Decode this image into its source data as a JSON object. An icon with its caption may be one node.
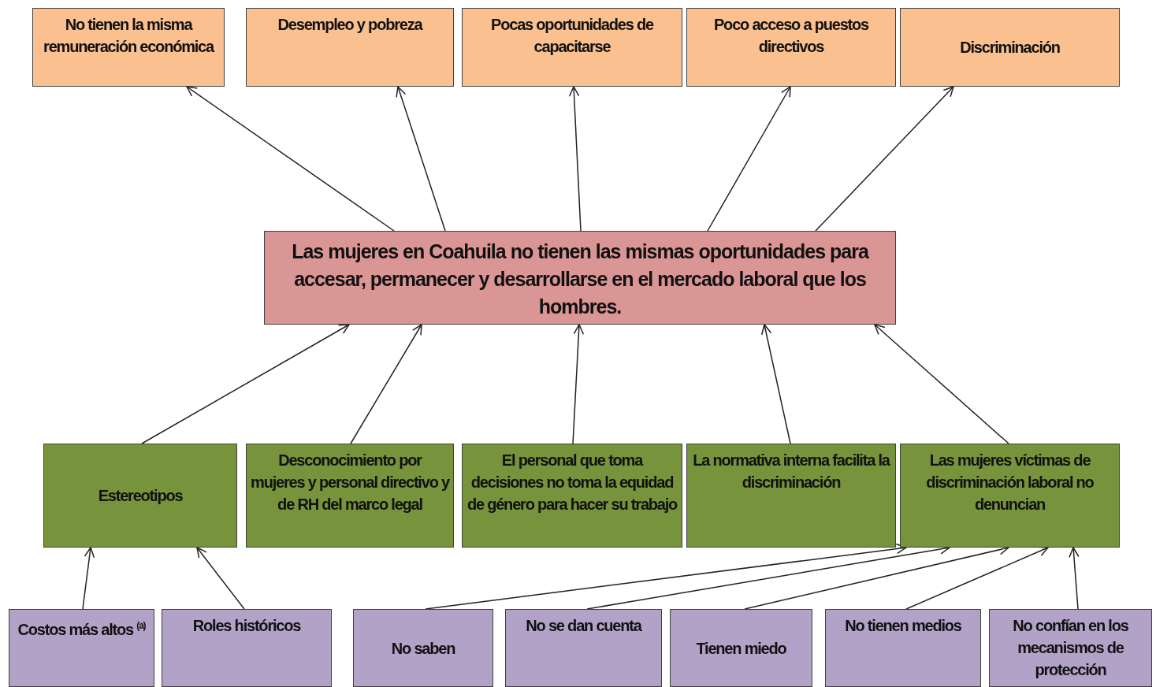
{
  "diagram": {
    "nodes": [
      {
        "text": [
          "No tienen la misma remuneración económica"
        ]
      },
      {
        "text": [
          "Desempleo y pobreza"
        ]
      },
      {
        "text": [
          "Pocas oportunidades de capacitarse"
        ]
      },
      {
        "text": [
          "Poco acceso a puestos directivos"
        ]
      },
      {
        "text": [
          "Discriminación"
        ]
      },
      {
        "text": [
          "Las mujeres en Coahuila no tienen las mismas oportunidades para accesar, permanecer y desarrollarse en el mercado laboral que los hombres."
        ]
      },
      {
        "text": [
          "Estereotipos"
        ]
      },
      {
        "text": [
          "Desconocimiento por mujeres y personal directivo y de RH del marco legal"
        ]
      },
      {
        "text": [
          "El personal que toma decisiones no toma la equidad de género para hacer su trabajo"
        ]
      },
      {
        "text": [
          "La normativa interna facilita la discriminación"
        ]
      },
      {
        "text": [
          "Las mujeres víctimas de discriminación laboral no denuncian"
        ]
      },
      {
        "text": [
          "Costos más altos $^{(a)}$"
        ]
      },
      {
        "text": [
          "Roles históricos"
        ]
      },
      {
        "text": [
          "No saben"
        ]
      },
      {
        "text": [
          "No se dan cuenta"
        ]
      },
      {
        "text": [
          "Tienen miedo"
        ]
      },
      {
        "text": [
          "No tienen medios"
        ]
      },
      {
        "text": [
          "No confían en los mecanismos de protección"
        ]
      }
    ],
    "edges": [
      {
        "from": 5,
        "to": 0,
        "arrow": "to"
      },
      {
        "from": 5,
        "to": 1,
        "arrow": "to"
      },
      {
        "from": 5,
        "to": 2,
        "arrow": "to"
      },
      {
        "from": 5,
        "to": 3,
        "arrow": "to"
      },
      {
        "from": 5,
        "to": 4,
        "arrow": "to"
      },
      {
        "from": 6,
        "to": 5,
        "arrow": "to"
      },
      {
        "from": 7,
        "to": 5,
        "arrow": "to"
      },
      {
        "from": 8,
        "to": 5,
        "arrow": "to"
      },
      {
        "from": 9,
        "to": 5,
        "arrow": "to"
      },
      {
        "from": 10,
        "to": 5,
        "arrow": "to"
      },
      {
        "from": 11,
        "to": 6,
        "arrow": "to"
      },
      {
        "from": 12,
        "to": 6,
        "arrow": "to"
      },
      {
        "from": 13,
        "to": 10,
        "arrow": "to"
      },
      {
        "from": 14,
        "to": 10,
        "arrow": "to"
      },
      {
        "from": 15,
        "to": 10,
        "arrow": "to"
      },
      {
        "from": 16,
        "to": 10,
        "arrow": "to"
      },
      {
        "from": 17,
        "to": 10,
        "arrow": "to"
      }
    ]
  }
}
